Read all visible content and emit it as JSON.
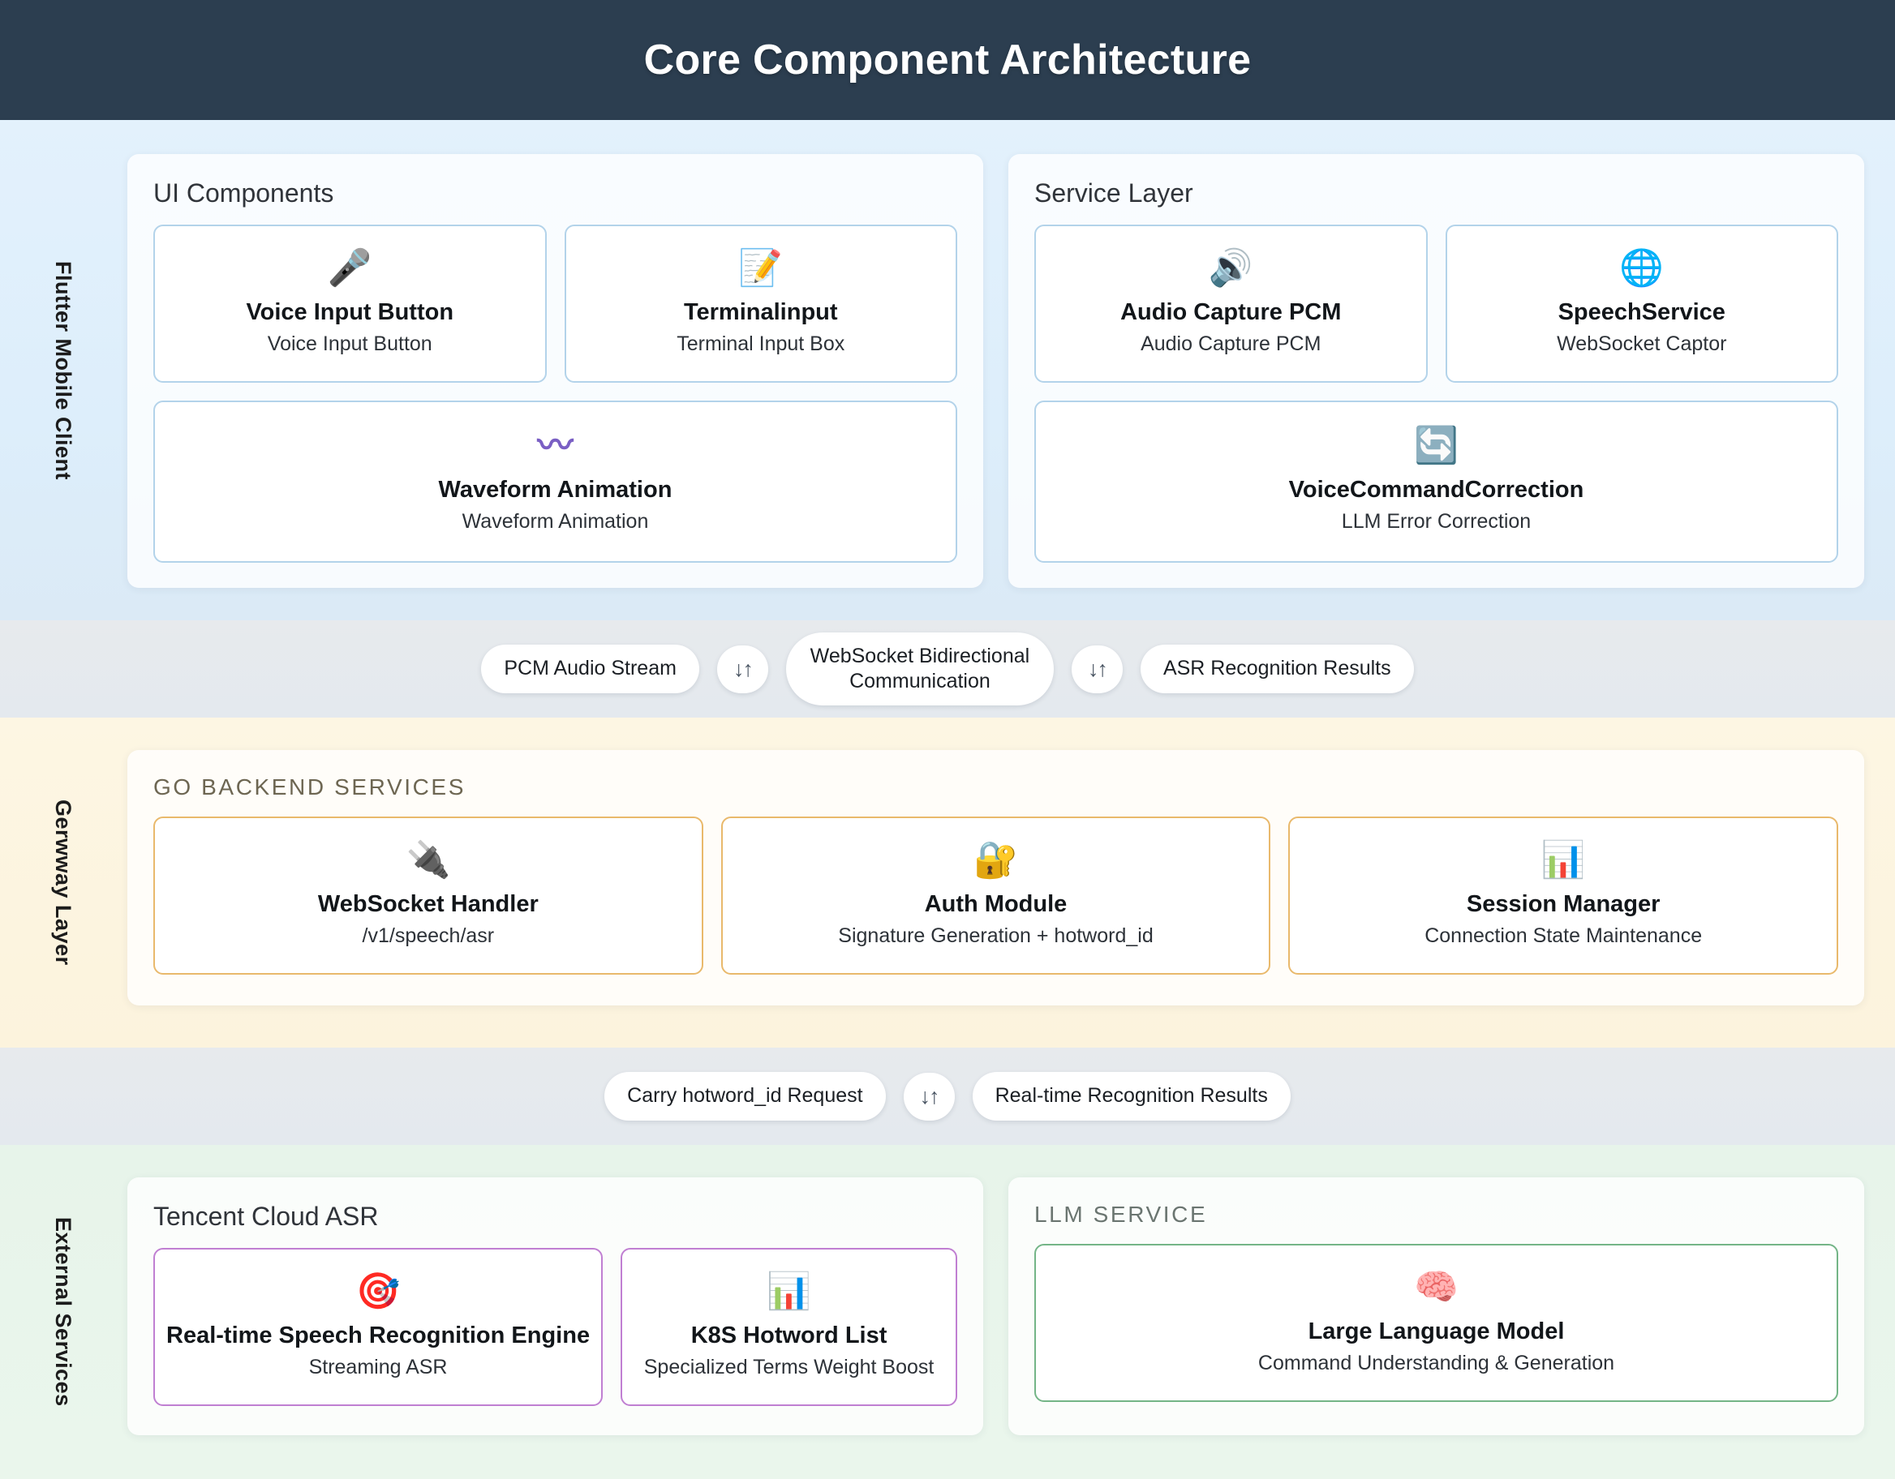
{
  "header": {
    "title": "Core Component Architecture"
  },
  "bands": {
    "client_label": "Flutter Mobile Client",
    "gateway_label": "Gerwway Layer",
    "external_label": "External Services"
  },
  "panels": {
    "ui_components": {
      "heading": "UI Components",
      "cards": [
        {
          "icon": "microphone-icon",
          "glyph": "🎤",
          "title": "Voice Input Button",
          "sub": "Voice Input Button"
        },
        {
          "icon": "memo-pencil-icon",
          "glyph": "📝",
          "title": "Terminalinput",
          "sub": "Terminal Input Box"
        },
        {
          "icon": "waveform-icon",
          "glyph": "〰",
          "title": "Waveform Animation",
          "sub": "Waveform Animation"
        }
      ]
    },
    "service_layer": {
      "heading": "Service Layer",
      "cards": [
        {
          "icon": "speaker-sound-icon",
          "glyph": "🔊",
          "title": "Audio Capture PCM",
          "sub": "Audio Capture PCM"
        },
        {
          "icon": "globe-icon",
          "glyph": "🌐",
          "title": "SpeechService",
          "sub": "WebSocket Captor"
        },
        {
          "icon": "refresh-sync-icon",
          "glyph": "🔄",
          "title": "VoiceCommandCorrection",
          "sub": "LLM Error Correction"
        }
      ]
    },
    "go_backend": {
      "heading": "GO BACKEND SERVICES",
      "cards": [
        {
          "icon": "electric-plug-icon",
          "glyph": "🔌",
          "title": "WebSocket Handler",
          "sub": "/v1/speech/asr"
        },
        {
          "icon": "lock-icon",
          "glyph": "🔐",
          "title": "Auth Module",
          "sub": "Signature Generation + hotword_id"
        },
        {
          "icon": "bar-chart-icon",
          "glyph": "📊",
          "title": "Session Manager",
          "sub": "Connection State Maintenance"
        }
      ]
    },
    "tencent_asr": {
      "heading": "Tencent Cloud ASR",
      "cards": [
        {
          "icon": "dart-target-icon",
          "glyph": "🎯",
          "title": "Real-time Speech Recognition Engine",
          "sub": "Streaming ASR"
        },
        {
          "icon": "bar-chart-icon",
          "glyph": "📊",
          "title": "K8S Hotword List",
          "sub": "Specialized Terms Weight Boost"
        }
      ]
    },
    "llm_service": {
      "heading": "LLM SERVICE",
      "cards": [
        {
          "icon": "brain-icon",
          "glyph": "🧠",
          "title": "Large Language Model",
          "sub": "Command Understanding & Generation"
        }
      ]
    }
  },
  "connectors": {
    "row1": [
      {
        "type": "pill",
        "label": "PCM Audio Stream"
      },
      {
        "type": "arrow",
        "label": "↓↑"
      },
      {
        "type": "pill",
        "label": "WebSocket Bidirectional Communication"
      },
      {
        "type": "arrow",
        "label": "↓↑"
      },
      {
        "type": "pill",
        "label": "ASR Recognition Results"
      }
    ],
    "row2": [
      {
        "type": "pill",
        "label": "Carry hotword_id Request"
      },
      {
        "type": "arrow",
        "label": "↓↑"
      },
      {
        "type": "pill",
        "label": "Real-time Recognition Results"
      }
    ]
  },
  "colors": {
    "header_bg": "#2c3e50",
    "client_band": "#e3f1fc",
    "gateway_band": "#fdf6e3",
    "external_band": "#e7f4ea",
    "connector_band": "#e7eaed",
    "card_blue_border": "#b3d3ea",
    "card_orange_border": "#e9b96c",
    "card_purple_border": "#c07fd2",
    "card_green_border": "#74b587"
  }
}
